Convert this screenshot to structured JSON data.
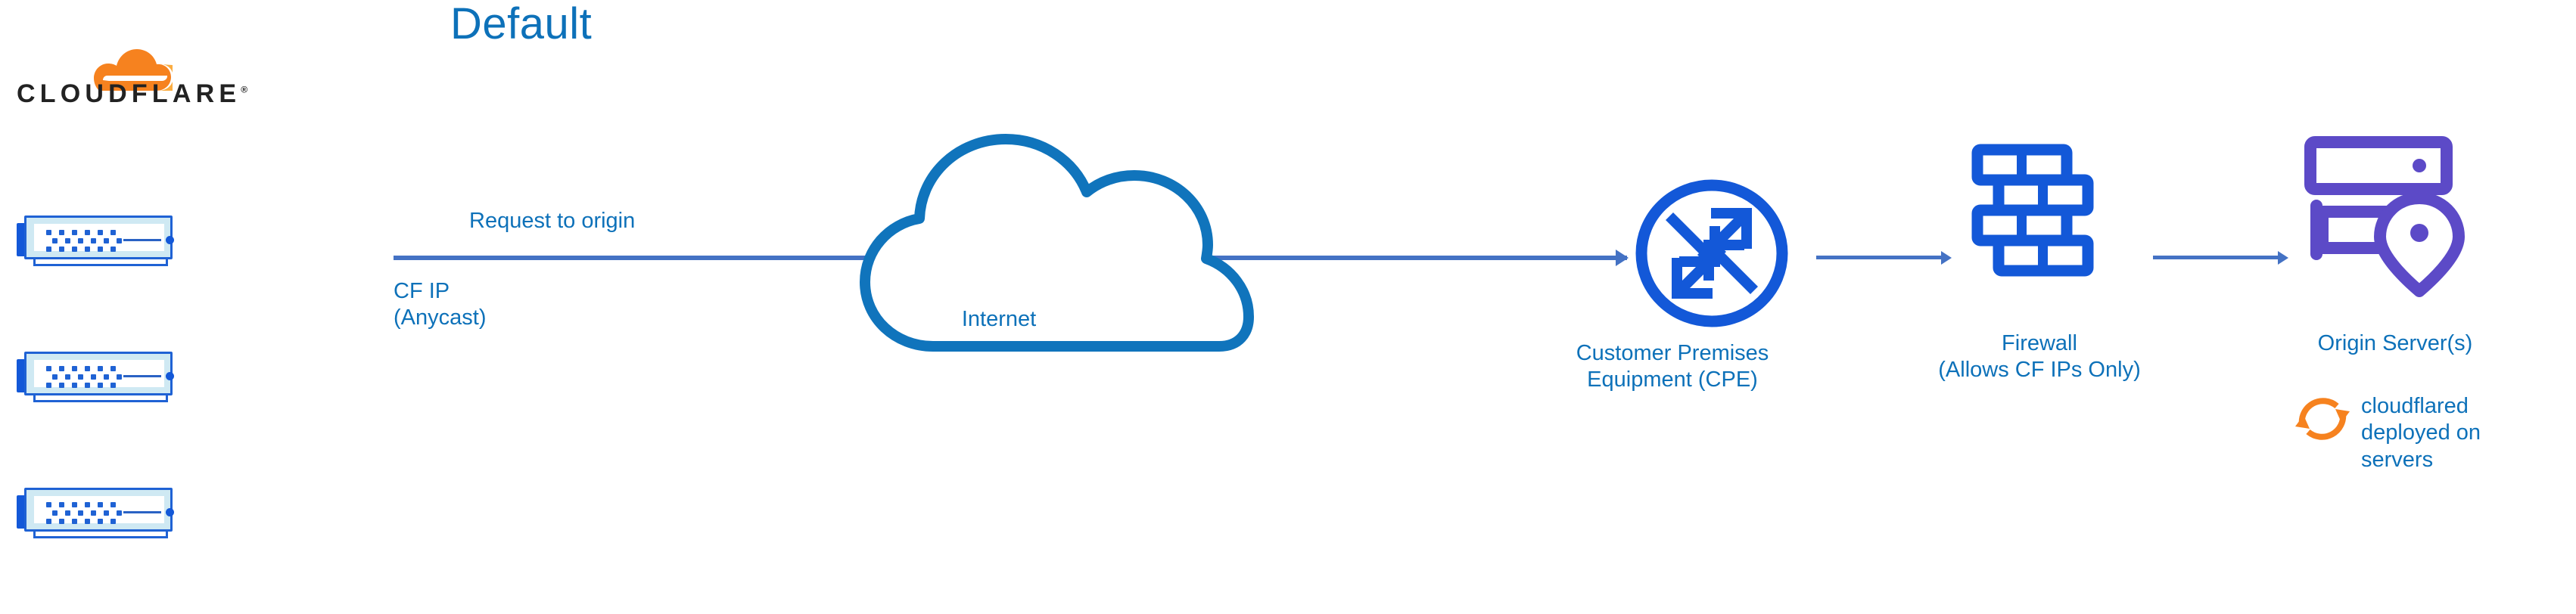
{
  "diagram": {
    "title": "Default",
    "colors": {
      "title_blue": "#0d71b9",
      "label_blue": "#0d71b9",
      "arrow_blue": "#4472c4",
      "icon_blue": "#1358d8",
      "cloud_blue": "#1074bc",
      "origin_purple": "#5c4ac7",
      "cloudflare_orange": "#f6821f",
      "wordmark_black": "#222222"
    }
  },
  "cloudflare": {
    "wordmark": "CLOUDFLARE",
    "registered_mark": "®",
    "logo_icon": "cloudflare-cloud-icon",
    "servers": [
      {
        "name": "cloudflare-server-1"
      },
      {
        "name": "cloudflare-server-2"
      },
      {
        "name": "cloudflare-server-3"
      }
    ]
  },
  "nodes": [
    {
      "id": "internet",
      "icon": "cloud-icon",
      "label": "Internet"
    },
    {
      "id": "cpe",
      "icon": "router-icon",
      "label_line1": "Customer Premises",
      "label_line2": "Equipment (CPE)"
    },
    {
      "id": "firewall",
      "icon": "brick-wall-icon",
      "label_line1": "Firewall",
      "label_line2": "(Allows CF IPs Only)"
    },
    {
      "id": "origin",
      "icon": "server-location-icon",
      "label": "Origin Server(s)"
    }
  ],
  "annotations": {
    "request_to_origin": "Request to origin",
    "cf_ip_line1": "CF IP",
    "cf_ip_line2": "(Anycast)",
    "cloudflared_icon": "sync-refresh-icon",
    "cloudflared_line1": "cloudflared",
    "cloudflared_line2": "deployed on",
    "cloudflared_line3": "servers"
  }
}
